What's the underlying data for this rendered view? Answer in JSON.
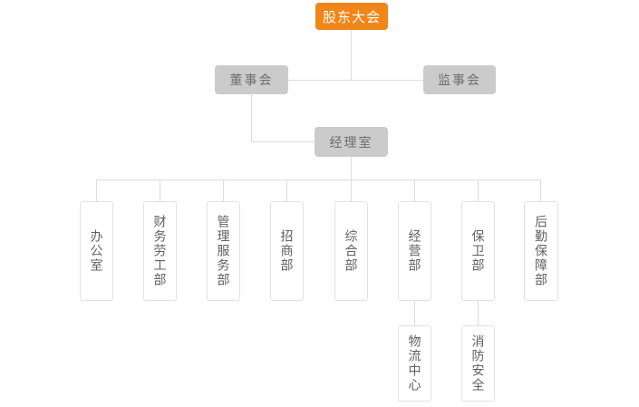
{
  "colors": {
    "root_box_bg": "#f08519",
    "root_box_text": "#ffffff",
    "gray_box_bg": "#cbcbcb",
    "gray_box_text": "#6e6e6e",
    "dept_box_bg": "#ffffff",
    "dept_box_border": "#e2e2e2",
    "dept_box_text": "#606060",
    "line_color": "#dcdcdc",
    "page_bg": "#ffffff"
  },
  "org_chart": {
    "root": {
      "label": "股东大会"
    },
    "level2": [
      {
        "label": "董事会"
      },
      {
        "label": "监事会"
      }
    ],
    "level3": [
      {
        "label": "经理室"
      }
    ],
    "departments": [
      {
        "label": "办公室"
      },
      {
        "label": "财务劳工部"
      },
      {
        "label": "管理服务部"
      },
      {
        "label": "招商部"
      },
      {
        "label": "综合部"
      },
      {
        "label": "经营部"
      },
      {
        "label": "保卫部"
      },
      {
        "label": "后勤保障部"
      }
    ],
    "sub_departments": [
      {
        "label": "物流中心",
        "parent": "经营部"
      },
      {
        "label": "消防安全",
        "parent": "保卫部"
      }
    ]
  }
}
